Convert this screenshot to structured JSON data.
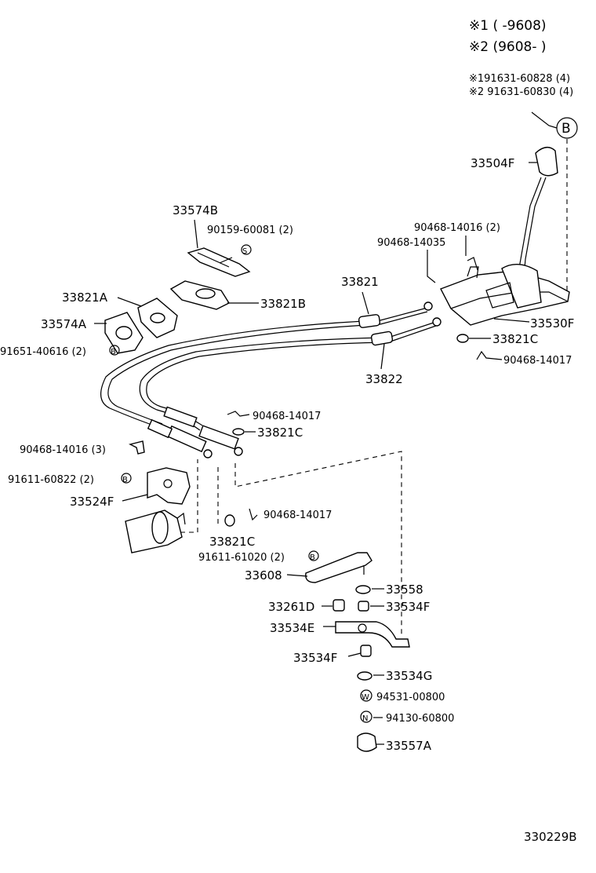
{
  "legend": {
    "note1": "※1  (      -9608)",
    "note2": "※2  (9608-      )",
    "ref1": "※191631-60828 (4)",
    "ref2": "※2 91631-60830 (4)"
  },
  "markers": {
    "b": "B"
  },
  "labels": {
    "p33504F": "33504F",
    "p33574B": "33574B",
    "p90159": "90159-60081 (2)",
    "p90468_16_2": "90468-14016 (2)",
    "p90468_35": "90468-14035",
    "p33821": "33821",
    "p33821A": "33821A",
    "p33821B": "33821B",
    "p33574A": "33574A",
    "p91651": "91651-40616 (2)",
    "p33530F": "33530F",
    "p33821C_a": "33821C",
    "p90468_17_a": "90468-14017",
    "p33822": "33822",
    "p90468_17_b": "90468-14017",
    "p33821C_b": "33821C",
    "p90468_16_3": "90468-14016 (3)",
    "p91611_822": "91611-60822 (2)",
    "p33524F": "33524F",
    "p90468_17_c": "90468-14017",
    "p33821C_c": "33821C",
    "p91611_020": "91611-61020 (2)",
    "p33608": "33608",
    "p33558": "33558",
    "p33261D": "33261D",
    "p33534F_a": "33534F",
    "p33534E": "33534E",
    "p33534F_b": "33534F",
    "p33534G": "33534G",
    "p94531": "94531-00800",
    "p94130": "94130-60800",
    "p33557A": "33557A"
  },
  "circle_codes": {
    "S": "S",
    "B": "B",
    "W": "W",
    "N": "N"
  },
  "footer": {
    "code": "330229B"
  }
}
